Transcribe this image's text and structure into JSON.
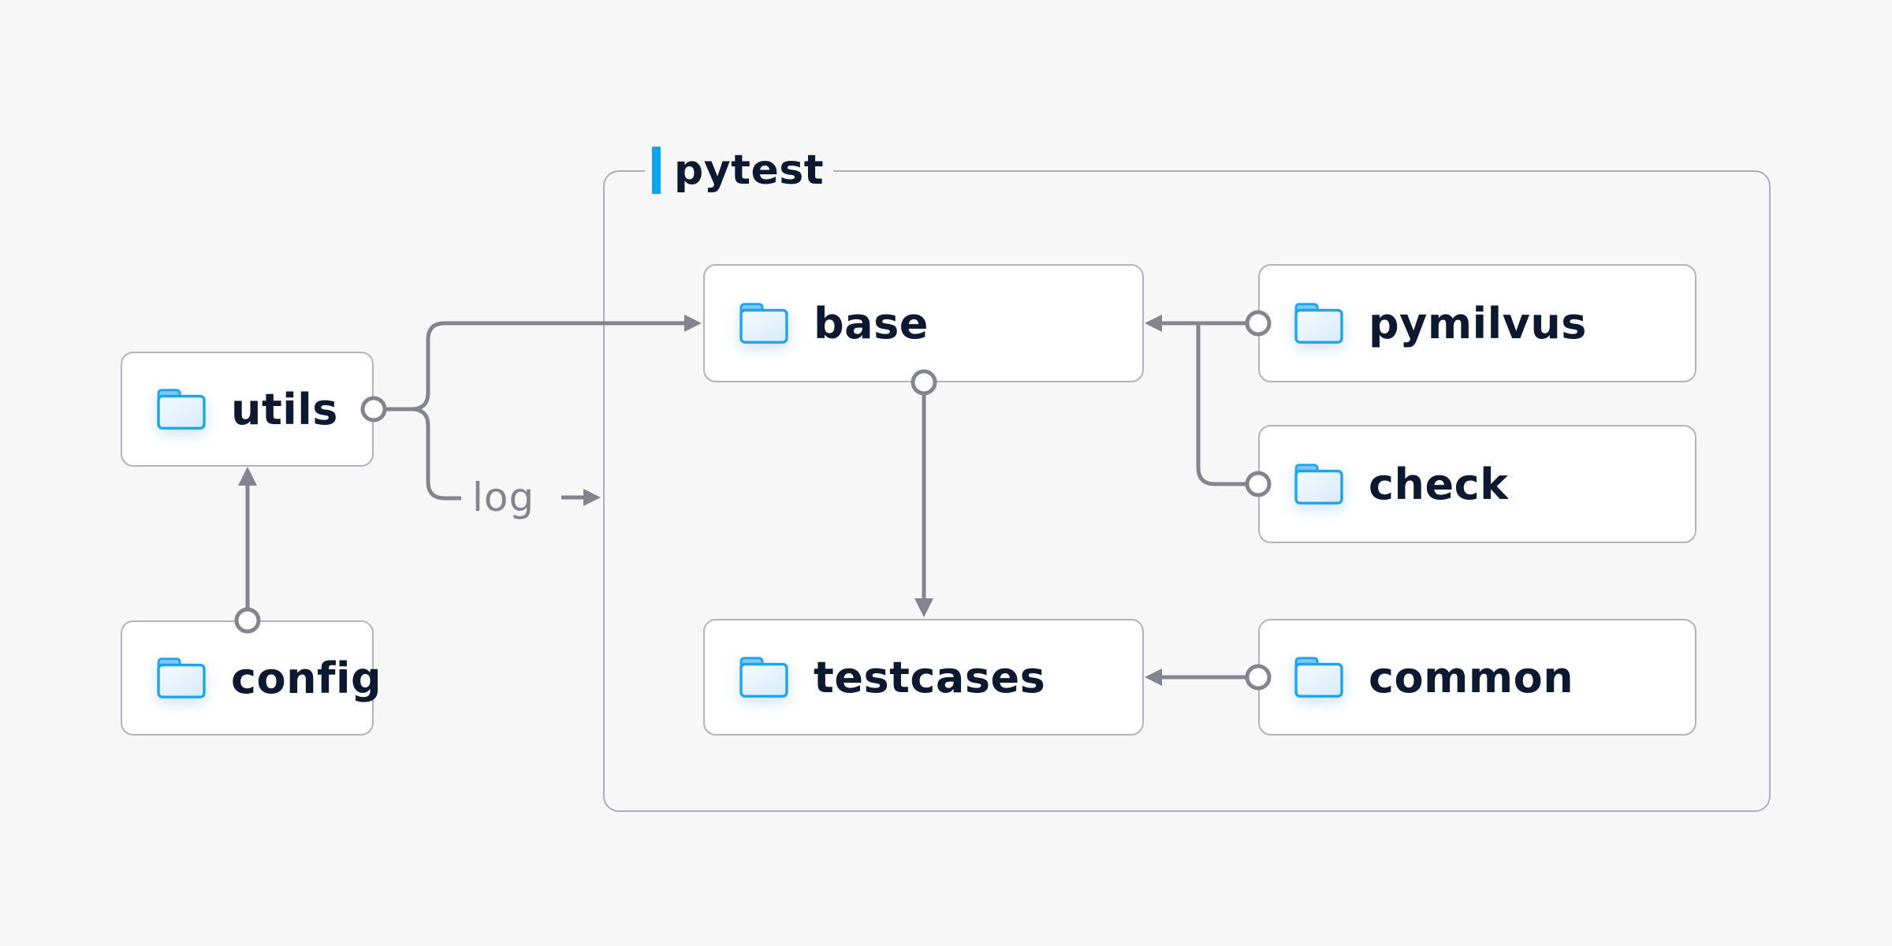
{
  "page": {
    "background": "#f7f7f8"
  },
  "palette": {
    "accent_blue": "#0ca5f2",
    "folder_blue": "#1ca4ee",
    "line_gray": "#84848e",
    "text_navy": "#0d1931",
    "node_border": "#b3b3bd",
    "container_border": "#aeaeb9",
    "node_background": "#ffffff"
  },
  "container": {
    "label": "pytest"
  },
  "nodes": {
    "utils": {
      "label": "utils",
      "icon": "folder-icon"
    },
    "config": {
      "label": "config",
      "icon": "folder-icon"
    },
    "base": {
      "label": "base",
      "icon": "folder-icon"
    },
    "pymilvus": {
      "label": "pymilvus",
      "icon": "folder-icon"
    },
    "check": {
      "label": "check",
      "icon": "folder-icon"
    },
    "testcases": {
      "label": "testcases",
      "icon": "folder-icon"
    },
    "common": {
      "label": "common",
      "icon": "folder-icon"
    }
  },
  "edge_label": {
    "text": "log"
  },
  "edges": [
    {
      "from": "config",
      "to": "utils",
      "style": "circle-to-arrow"
    },
    {
      "from": "utils",
      "to": "base",
      "style": "circle-to-arrow"
    },
    {
      "from": "utils",
      "to": "log",
      "style": "circle-to-labeled-arrow",
      "label": "log"
    },
    {
      "from": "base",
      "to": "testcases",
      "style": "circle-to-arrow"
    },
    {
      "from": "pymilvus",
      "to": "base",
      "style": "circle-to-arrow"
    },
    {
      "from": "check",
      "to": "base",
      "style": "circle-to-arrow"
    },
    {
      "from": "common",
      "to": "testcases",
      "style": "circle-to-arrow"
    }
  ]
}
